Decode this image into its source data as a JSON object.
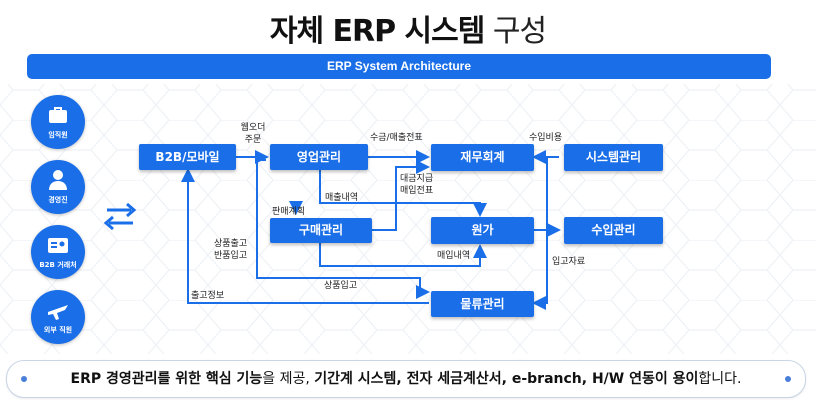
{
  "title": {
    "bold": "자체 ERP 시스템",
    "light": "구성"
  },
  "banner": "ERP System Architecture",
  "side_items": [
    {
      "label": "임직원",
      "icon": "briefcase-icon"
    },
    {
      "label": "경영진",
      "icon": "person-icon"
    },
    {
      "label": "B2B 거래처",
      "icon": "id-card-icon"
    },
    {
      "label": "외부 직원",
      "icon": "airplane-icon"
    }
  ],
  "nodes": {
    "b2b": "B2B/모바일",
    "sales": "영업관리",
    "finance": "재무회계",
    "system": "시스템관리",
    "purchase": "구매관리",
    "cost": "원가",
    "import": "수입관리",
    "logistics": "물류관리"
  },
  "edge_labels": {
    "web_order": "웹오더\n주문",
    "receivables": "수금/매출전표",
    "import_cost": "수입비용",
    "sales_history": "매출내역",
    "purchase_plan": "판매계획",
    "payment": "대금지급\n매입전표",
    "ship_return": "상품출고\n반품입고",
    "purchase_history": "매입내역",
    "warehousing": "입고자료",
    "product_in": "상품입고",
    "ship_info": "출고정보"
  },
  "footer": {
    "b1": "ERP 경영관리를 위한 핵심 기능",
    "t1": "을 제공, ",
    "b2": "기간계 시스템, 전자 세금계산서, e-branch, H/W 연동이 용이",
    "t2": "합니다."
  },
  "colors": {
    "primary": "#1a6fe8",
    "background": "#ffffff"
  }
}
